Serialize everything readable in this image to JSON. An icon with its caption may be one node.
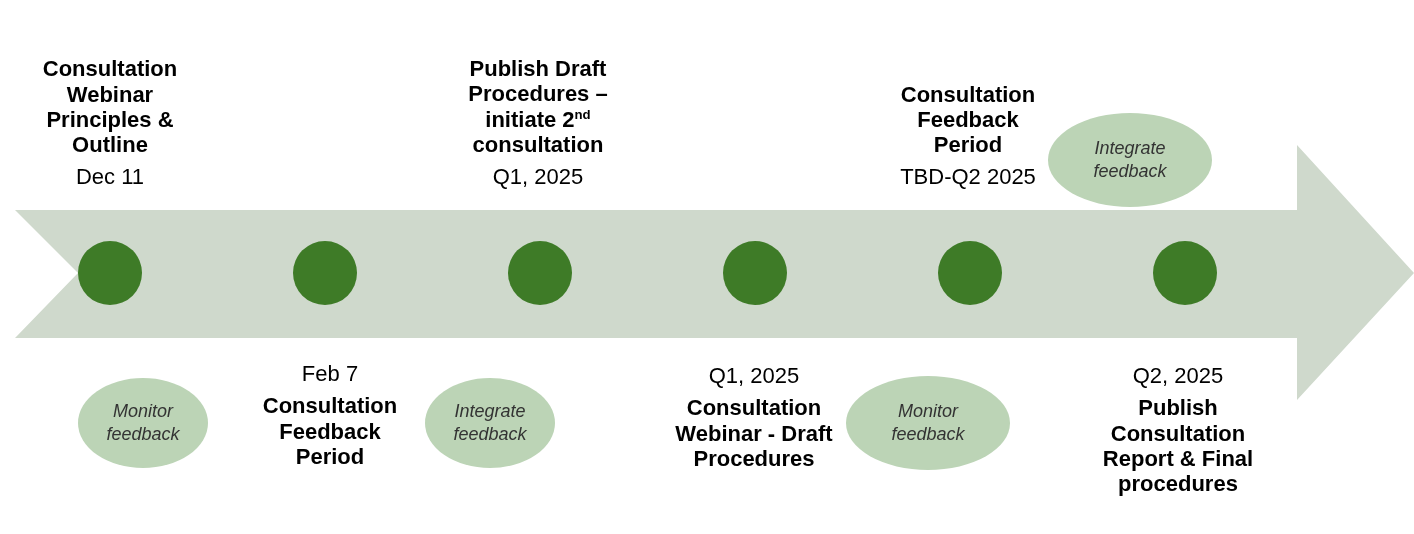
{
  "diagram": {
    "nodes": [
      {
        "text": [],
        "shape": "circle",
        "beside": [
          "Consultation Webinar Principles & Outline",
          "Dec 11"
        ]
      },
      {
        "text": [],
        "shape": "circle",
        "beside": [
          "Feb 7",
          "Consultation Feedback Period"
        ]
      },
      {
        "text": [],
        "shape": "circle",
        "beside": [
          "Publish Draft Procedures – initiate 2$^{nd}$ consultation",
          "Q1, 2025"
        ]
      },
      {
        "text": [],
        "shape": "circle",
        "beside": [
          "Q1, 2025",
          "Consultation Webinar - Draft Procedures"
        ]
      },
      {
        "text": [],
        "shape": "circle",
        "beside": [
          "Consultation Feedback Period",
          "TBD-Q2 2025"
        ]
      },
      {
        "text": [],
        "shape": "circle",
        "beside": [
          "Q2, 2025",
          "Publish Consultation Report & Final procedures"
        ]
      },
      {
        "text": [
          "Monitor feedback"
        ]
      },
      {
        "text": [
          "Integrate feedback"
        ]
      },
      {
        "text": [
          "Monitor feedback"
        ]
      },
      {
        "text": [
          "Integrate feedback"
        ]
      }
    ]
  }
}
